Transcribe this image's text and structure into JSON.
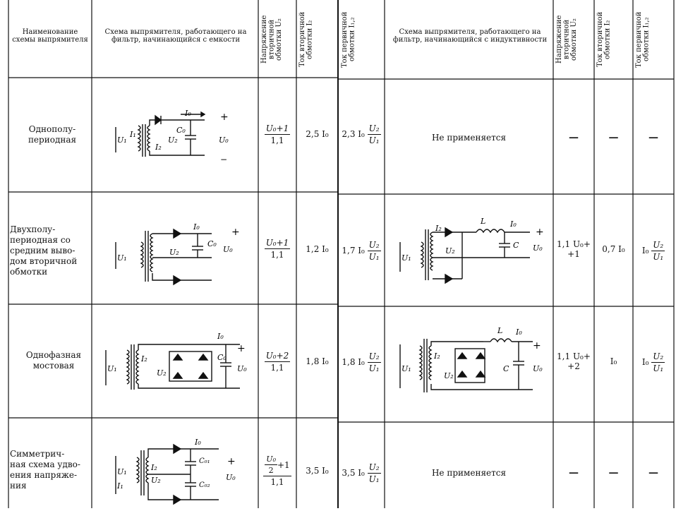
{
  "headers": {
    "col_name": "Наименование схемы выпрямителя",
    "col_cap": "Схема выпрямителя, работающего на фильтр, начинающийся с емкости",
    "col_u2_cap": "Напряжение вторичной обмотки U₂",
    "col_i2_cap": "Ток вторичной обмотки I₂",
    "col_i12_cap": "Ток первичной обмотки I₁,₂",
    "col_ind": "Схема выпрямителя, работающего на фильтр, начинающийся с индуктивности",
    "col_u2_ind": "Напряжение вторичной обмотки U₂",
    "col_i2_ind": "Ток вторичной обмотки I₂",
    "col_i12_ind": "Ток первичной обмотки I₁,₂"
  },
  "rows": [
    {
      "name": "Однополу-\nпериодная",
      "u2_cap": {
        "num": "U₀+1",
        "den": "1,1"
      },
      "i2_cap": "2,5 I₀",
      "i12_cap": {
        "pre": "2,3 I₀",
        "num": "U₂",
        "den": "U₁"
      },
      "ind_text": "Не применяется",
      "u2_ind": "—",
      "i2_ind": "—",
      "i12_ind": "—"
    },
    {
      "name": "Двухполу-\nпериодная со\nсредним выво-\nдом вторичной\nобмотки",
      "u2_cap": {
        "num": "U₀+1",
        "den": "1,1"
      },
      "i2_cap": "1,2 I₀",
      "i12_cap": {
        "pre": "1,7 I₀",
        "num": "U₂",
        "den": "U₁"
      },
      "ind_text": "",
      "u2_ind": "1,1 U₀+\n+1",
      "i2_ind": "0,7 I₀",
      "i12_ind": {
        "pre": "I₀",
        "num": "U₂",
        "den": "U₁"
      }
    },
    {
      "name": "Однофазная\nмостовая",
      "u2_cap": {
        "num": "U₀+2",
        "den": "1,1"
      },
      "i2_cap": "1,8 I₀",
      "i12_cap": {
        "pre": "1,8 I₀",
        "num": "U₂",
        "den": "U₁"
      },
      "ind_text": "",
      "u2_ind": "1,1 U₀+\n+2",
      "i2_ind": "I₀",
      "i12_ind": {
        "pre": "I₀",
        "num": "U₂",
        "den": "U₁"
      }
    },
    {
      "name": "Симметрич-\nная схема удво-\nения напряже-\nния",
      "u2_cap": {
        "num_top": "U₀",
        "num_mid": "2",
        "plus": "+1",
        "den": "1,1"
      },
      "i2_cap": "3,5 I₀",
      "i12_cap": {
        "pre": "3,5 I₀",
        "num": "U₂",
        "den": "U₁"
      },
      "ind_text": "Не применяется",
      "u2_ind": "—",
      "i2_ind": "—",
      "i12_ind": "—"
    }
  ],
  "schematic_labels": {
    "i0": "I₀",
    "u0": "U₀",
    "u1": "U₁",
    "u2": "U₂",
    "i1": "I₁",
    "i2": "I₂",
    "c0": "C₀",
    "c": "C",
    "l": "L",
    "c01": "C₀₁",
    "c02": "C₀₂",
    "plus": "+",
    "minus": "−"
  }
}
